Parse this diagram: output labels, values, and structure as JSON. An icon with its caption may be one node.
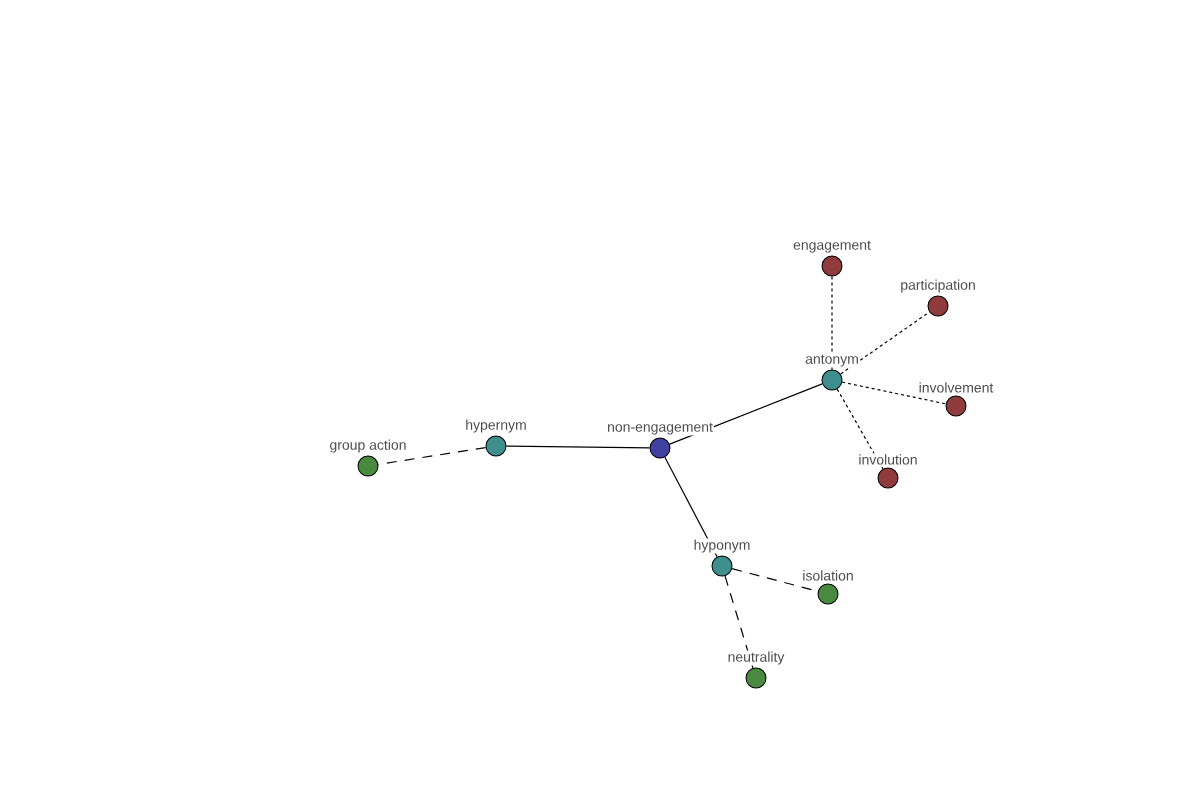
{
  "diagram": {
    "nodes": [
      {
        "text": [
          "non-engagement"
        ]
      },
      {
        "text": [
          "hypernym"
        ]
      },
      {
        "text": [
          "group action"
        ]
      },
      {
        "text": [
          "antonym"
        ]
      },
      {
        "text": [
          "engagement"
        ]
      },
      {
        "text": [
          "participation"
        ]
      },
      {
        "text": [
          "involvement"
        ]
      },
      {
        "text": [
          "involution"
        ]
      },
      {
        "text": [
          "hyponym"
        ]
      },
      {
        "text": [
          "isolation"
        ]
      },
      {
        "text": [
          "neutrality"
        ]
      }
    ],
    "edges": [
      {
        "from": 0,
        "to": 1,
        "arrow": "none"
      },
      {
        "from": 0,
        "to": 3,
        "arrow": "none"
      },
      {
        "from": 0,
        "to": 8,
        "arrow": "none"
      },
      {
        "from": 1,
        "to": 2,
        "arrow": "none",
        "style": "dashed"
      },
      {
        "from": 3,
        "to": 4,
        "arrow": "none",
        "style": "dashed"
      },
      {
        "from": 3,
        "to": 5,
        "arrow": "none",
        "style": "dashed"
      },
      {
        "from": 3,
        "to": 6,
        "arrow": "none",
        "style": "dashed"
      },
      {
        "from": 3,
        "to": 7,
        "arrow": "none",
        "style": "dashed"
      },
      {
        "from": 8,
        "to": 9,
        "arrow": "none",
        "style": "dashed"
      },
      {
        "from": 8,
        "to": 10,
        "arrow": "none",
        "style": "dashed"
      }
    ]
  }
}
